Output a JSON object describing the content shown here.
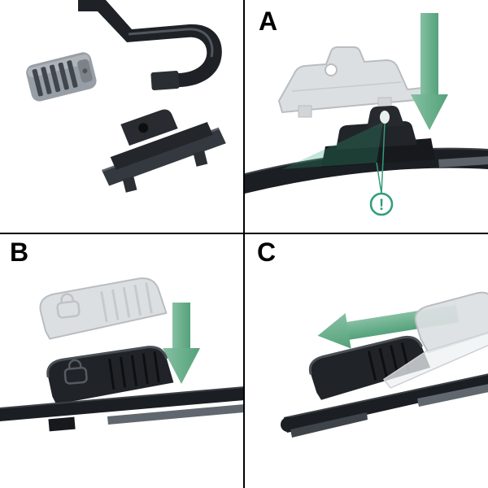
{
  "panels": {
    "parts": {
      "label": ""
    },
    "step_a": {
      "label": "A"
    },
    "step_b": {
      "label": "B"
    },
    "step_c": {
      "label": "C"
    }
  },
  "warning": {
    "symbol": "!"
  },
  "colors": {
    "arrow_green_light": "#85c0a2",
    "arrow_green_dark": "#54a17b",
    "annotation_green": "#2f9e77",
    "blade_black": "#1b1e22",
    "cap_black": "#202327",
    "connector_dark": "#212428",
    "ghost_gray": "#dcdfe2",
    "ghost_outline": "#b9bdc1",
    "metal_gray": "#989ea5",
    "divider": "#000000"
  }
}
